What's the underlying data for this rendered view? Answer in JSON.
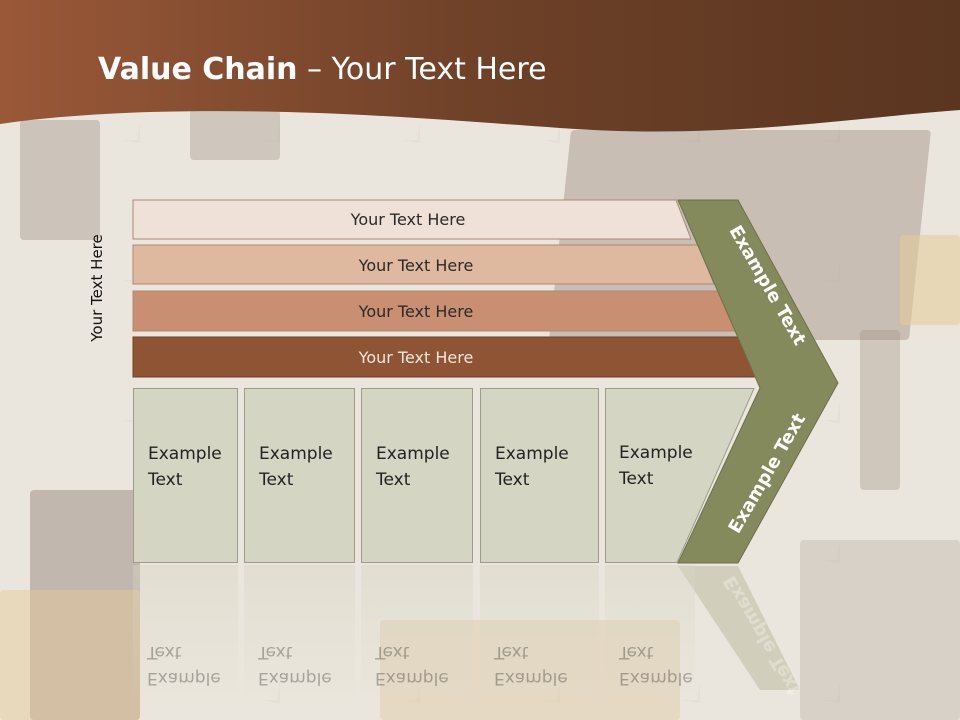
{
  "slide": {
    "title_bold": "Value Chain",
    "title_rest": " – Your Text Here",
    "side_label": "Your Text Here"
  },
  "bands": [
    {
      "label": "Your Text Here",
      "color": "#efe0d8"
    },
    {
      "label": "Your Text Here",
      "color": "#dfb8a0"
    },
    {
      "label": "Your Text Here",
      "color": "#c98f72"
    },
    {
      "label": "Your Text Here",
      "color": "#8e5434"
    }
  ],
  "columns": [
    {
      "line1": "Example",
      "line2": "Text"
    },
    {
      "line1": "Example",
      "line2": "Text"
    },
    {
      "line1": "Example",
      "line2": "Text"
    },
    {
      "line1": "Example",
      "line2": "Text"
    },
    {
      "line1": "Example",
      "line2": "Text"
    }
  ],
  "arrow": {
    "upper_label": "Example Text",
    "lower_label": "Example Text",
    "color": "#858a5d"
  },
  "theme": {
    "header_color": "#7a4a2e",
    "column_fill": "#d5d5c3"
  }
}
